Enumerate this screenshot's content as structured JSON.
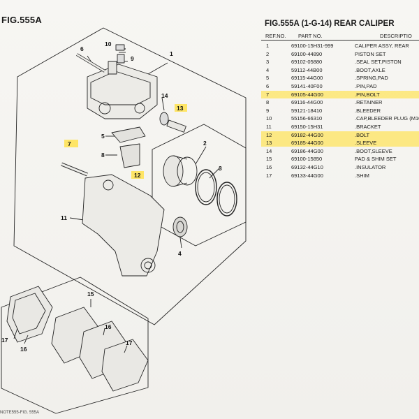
{
  "left_title": "FIG.555A",
  "right_title": "FIG.555A (1-G-14) REAR CALIPER",
  "columns": {
    "ref": "REF.NO.",
    "part": "PART NO.",
    "desc": "DESCRIPTIO"
  },
  "rows": [
    {
      "ref": "1",
      "part": "69100-15H31-999",
      "desc": "CALIPER ASSY, REAR",
      "highlight": false
    },
    {
      "ref": "2",
      "part": "69100-44890",
      "desc": "PISTON SET",
      "highlight": false
    },
    {
      "ref": "3",
      "part": "69102-05880",
      "desc": ".SEAL SET,PISTON",
      "highlight": false
    },
    {
      "ref": "4",
      "part": "59112-44B00",
      "desc": ".BOOT,AXLE",
      "highlight": false
    },
    {
      "ref": "5",
      "part": "69115-44G00",
      "desc": ".SPRING,PAD",
      "highlight": false
    },
    {
      "ref": "6",
      "part": "59141-40F00",
      "desc": ".PIN,PAD",
      "highlight": false
    },
    {
      "ref": "7",
      "part": "69105-44G00",
      "desc": ".PIN,BOLT",
      "highlight": true
    },
    {
      "ref": "8",
      "part": "69116-44G00",
      "desc": ".RETAINER",
      "highlight": false
    },
    {
      "ref": "9",
      "part": "59121-18410",
      "desc": ".BLEEDER",
      "highlight": false
    },
    {
      "ref": "10",
      "part": "55156-66310",
      "desc": ".CAP,BLEEDER PLUG (M10",
      "highlight": false
    },
    {
      "ref": "11",
      "part": "69150-15H31",
      "desc": ".BRACKET",
      "highlight": false
    },
    {
      "ref": "12",
      "part": "69182-44G00",
      "desc": ".BOLT",
      "highlight": true
    },
    {
      "ref": "13",
      "part": "69185-44G00",
      "desc": ".SLEEVE",
      "highlight": true
    },
    {
      "ref": "14",
      "part": "69186-44G00",
      "desc": ".BOOT,SLEEVE",
      "highlight": false
    },
    {
      "ref": "15",
      "part": "69100-15850",
      "desc": "PAD & SHIM SET",
      "highlight": false
    },
    {
      "ref": "16",
      "part": "69132-44G10",
      "desc": ".INSULATOR",
      "highlight": false
    },
    {
      "ref": "17",
      "part": "69133-44G00",
      "desc": ".SHIM",
      "highlight": false
    }
  ],
  "diagram_labels": {
    "n1": "1",
    "n2": "2",
    "n3": "3",
    "n4": "4",
    "n5": "5",
    "n6": "6",
    "n7": "7",
    "n8": "8",
    "n9": "9",
    "n10": "10",
    "n11": "11",
    "n12": "12",
    "n13": "13",
    "n14": "14",
    "n15": "15",
    "n16a": "16",
    "n16b": "16",
    "n17a": "17",
    "n17b": "17"
  },
  "highlight_color": "#ffe24d",
  "bottom_note": "NOTE555-FIG. 555A"
}
